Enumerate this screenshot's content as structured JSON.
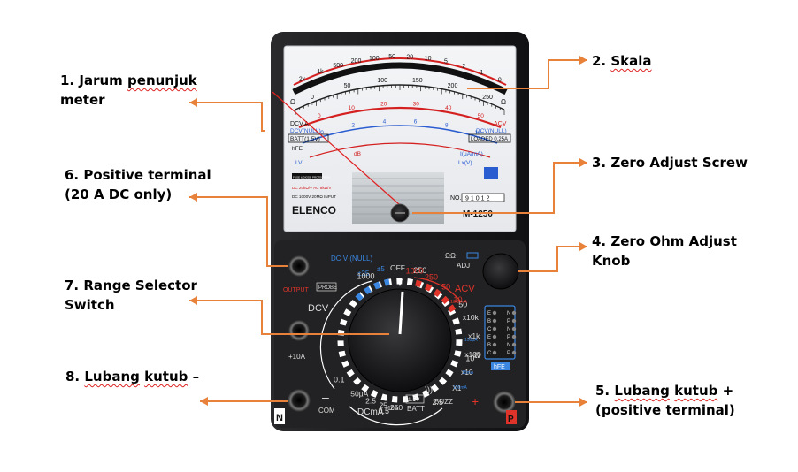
{
  "labels": {
    "l1_num": "1.",
    "l1_a": "Jarum",
    "l1_b": "penunjuk",
    "l1_line2": "meter",
    "l2_num": "2.",
    "l2_a": "Skala",
    "l3": "3. Zero Adjust Screw",
    "l4_line1": "4. Zero Ohm Adjust",
    "l4_line2": "Knob",
    "l5_num": "5.",
    "l5_a": "Lubang",
    "l5_b": "kutub",
    "l5_c": "+",
    "l5_line2": "(positive terminal)",
    "l6_line1": "6. Positive terminal",
    "l6_line2": "(20 A DC only)",
    "l7_line1": "7. Range Selector",
    "l7_line2": "Switch",
    "l8_num": "8.",
    "l8_a": "Lubang",
    "l8_b": "kutub",
    "l8_c": "–"
  },
  "meter": {
    "brand": "ELENCO",
    "model": "M-1250",
    "serial_prefix": "NO.",
    "serial": "91012",
    "spec1": "DC 20kΩ/V   AC 8kΩ/V",
    "spec2": "DC 1000V   20MΩ INPUT",
    "fuse_badge": "FUSE & DIODE PROTECTION",
    "scale_omega_top": [
      "2k",
      "1k",
      "500",
      "200",
      "100",
      "50",
      "20",
      "10",
      "5",
      "2",
      "1",
      "0"
    ],
    "scale_dcv_top": [
      "0",
      "50",
      "100",
      "150",
      "200",
      "250"
    ],
    "scale_dcv_mid": [
      "0",
      "10",
      "20",
      "30",
      "40",
      "50"
    ],
    "scale_dcv_low": [
      "0",
      "2",
      "4",
      "6",
      "8",
      "10"
    ],
    "row_left": [
      "DCV.A",
      "DCV(NULL)",
      "BATT(1.5V)",
      "hFE",
      "LV"
    ],
    "row_right": [
      "ACV",
      "DCV(NULL)",
      "LOADED 0.25A",
      "I(μA/mA)",
      "Lx(V)"
    ],
    "db_label": "dB",
    "ohm_left": "Ω",
    "ohm_right": "Ω"
  },
  "panel": {
    "dcv_null": "DC V (NULL)",
    "pm25": "±25",
    "pm5": "±5",
    "off": "OFF",
    "ohm_adj_title": "ΩΩ·",
    "adj": "ADJ",
    "output": "OUTPUT",
    "probe": "PROBE",
    "dcv": "DCV",
    "dcv_ranges": [
      "1000",
      "250",
      "50",
      "10",
      "2.5",
      "0.5",
      "0.1"
    ],
    "acv_ranges": [
      "1000",
      "250",
      "50",
      "10"
    ],
    "acv": "ACV",
    "acv_note": "10.2mA",
    "ohm_ranges": [
      "x10k",
      "x1k",
      "x100",
      "x10",
      "X1"
    ],
    "ohm_notes": [
      "150μA",
      "15mA",
      "150mA"
    ],
    "ohm_symbol": "Ω",
    "dcma_ranges": [
      "50μA",
      "2.5",
      "25",
      "250"
    ],
    "dcma": "DCmA",
    "ten_a": "10A",
    "batt_badge": "1.5V",
    "batt": "BATT",
    "buzz": "BUZZ",
    "plus10a": "+10A",
    "com": "COM",
    "minus": "–",
    "plus": "+",
    "n_tag": "N",
    "p_tag": "P",
    "hfe": "hFE",
    "hfe_left": [
      "E",
      "B",
      "C",
      "E",
      "B",
      "C"
    ],
    "hfe_right": [
      "N",
      "P",
      "N",
      "P",
      "N",
      "P"
    ]
  },
  "colors": {
    "arrow": "#e8823a",
    "body": "#1c1c1e",
    "dcv_blue": "#3a86e0",
    "acv_red": "#e0342a",
    "scale_red": "#d42020",
    "scale_blue": "#2a5dd0"
  }
}
